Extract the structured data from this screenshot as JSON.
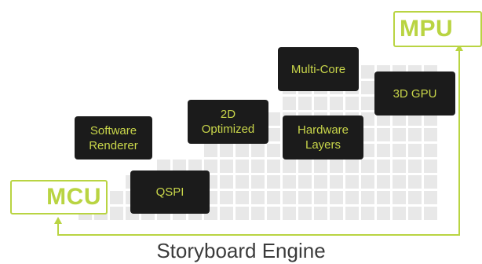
{
  "colors": {
    "accent": "#b9d442",
    "box_bg": "#1b1b1b",
    "box_text": "#c9d64a",
    "grid": "#e8e8e8",
    "footer_text": "#3b3b3b"
  },
  "badges": {
    "mcu": {
      "label": "MCU",
      "icon": "circuit-traces-icon"
    },
    "mpu": {
      "label": "MPU",
      "icon": "circuit-traces-icon"
    }
  },
  "boxes": {
    "software_renderer": "Software\nRenderer",
    "qspi": "QSPI",
    "optimized_2d": "2D\nOptimized",
    "hardware_layers": "Hardware\nLayers",
    "multi_core": "Multi-Core",
    "gpu_3d": "3D GPU"
  },
  "footer": {
    "title": "Storyboard Engine"
  }
}
